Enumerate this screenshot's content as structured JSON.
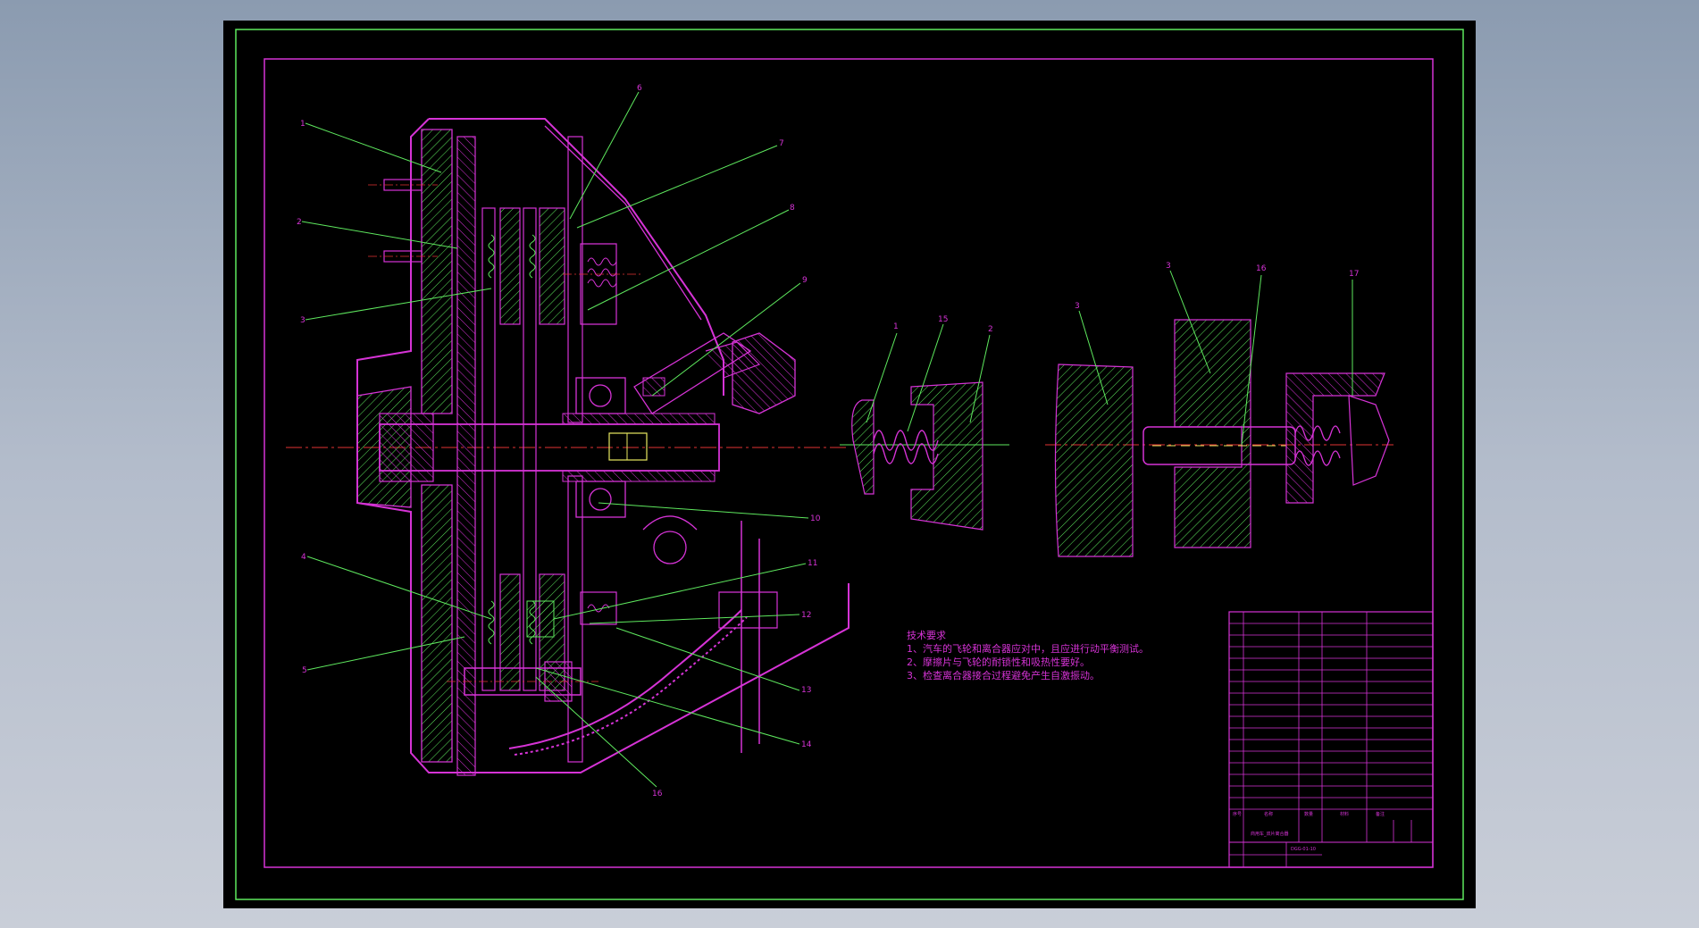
{
  "drawing": {
    "tech_requirements": {
      "heading": "技术要求",
      "items": [
        "1、汽车的飞轮和离合器应对中，且应进行动平衡测试。",
        "2、摩擦片与飞轮的耐锁性和吸热性要好。",
        "3、检查离合器接合过程避免产生自激振动。"
      ]
    },
    "part_labels_main": [
      "1",
      "2",
      "3",
      "4",
      "5",
      "6",
      "7",
      "8",
      "9",
      "10",
      "11",
      "12",
      "13",
      "14",
      "16"
    ],
    "part_labels_detail_a": [
      "1",
      "15",
      "2"
    ],
    "part_labels_detail_b": [
      "3",
      "3",
      "16",
      "17"
    ],
    "title_block": {
      "drawing_title": "商用车_双片离合器",
      "drawing_number": "DGG-01-10",
      "header": [
        "序号",
        "名称",
        "数量",
        "材料",
        "备注"
      ]
    }
  },
  "colors": {
    "outline": "#d633d6",
    "leader": "#5ee85e",
    "centerline": "#e23333",
    "border_outer": "#5ee85e",
    "background": "#000000"
  }
}
